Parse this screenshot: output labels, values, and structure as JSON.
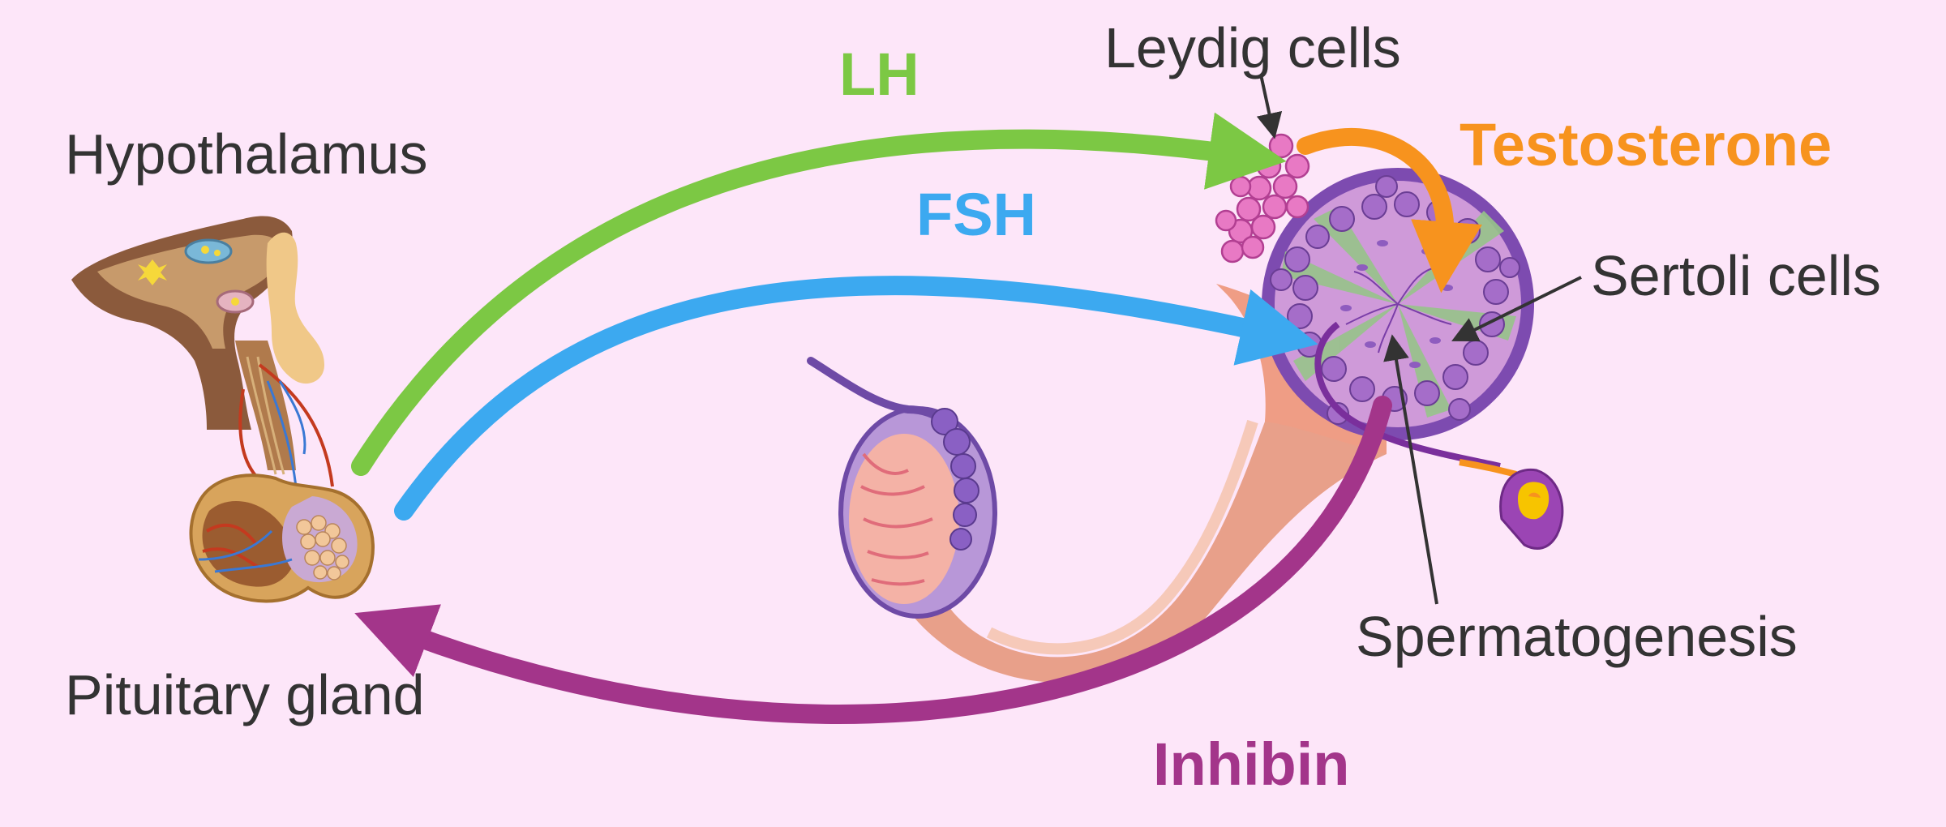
{
  "labels": {
    "hypothalamus": "Hypothalamus",
    "pituitary": "Pituitary gland",
    "leydig": "Leydig cells",
    "sertoli": "Sertoli cells",
    "spermatogenesis": "Spermatogenesis"
  },
  "hormones": {
    "lh": {
      "label": "LH",
      "color": "#7cc844"
    },
    "fsh": {
      "label": "FSH",
      "color": "#3ca9f0"
    },
    "testosterone": {
      "label": "Testosterone",
      "color": "#f7931e"
    },
    "inhibin": {
      "label": "Inhibin",
      "color": "#a3358a"
    }
  },
  "colors": {
    "background": "#fde6f9",
    "text": "#333333"
  },
  "icons": {
    "hypothalamus_pituitary": "brain-pituitary-illustration",
    "testis": "testis-cross-section-illustration",
    "epididymis": "epididymis-illustration",
    "sperm": "sperm-cell-illustration"
  }
}
